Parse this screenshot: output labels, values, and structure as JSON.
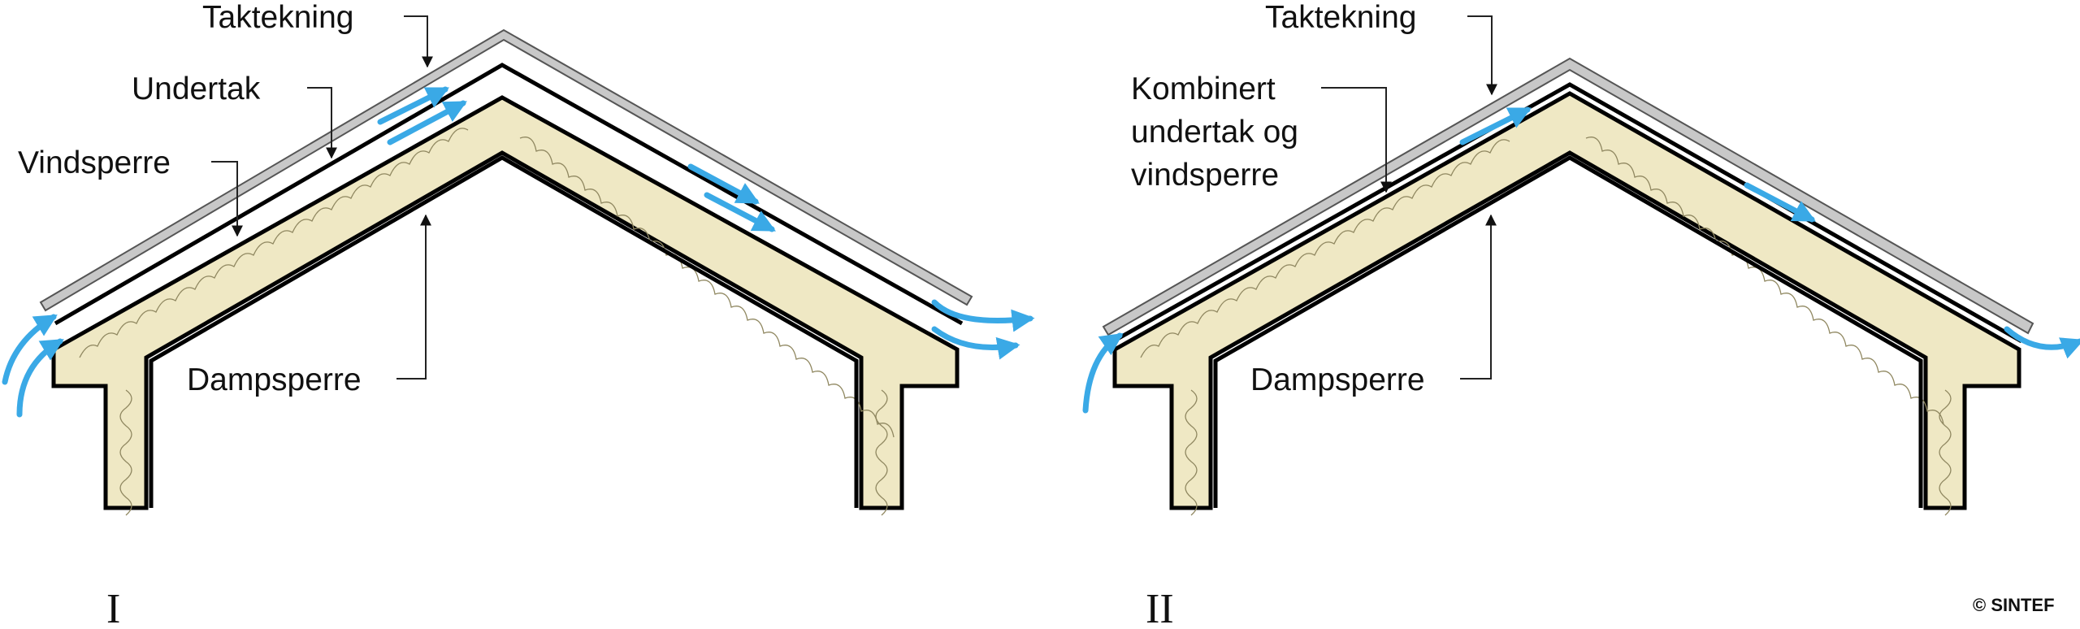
{
  "diagram_i": {
    "labels": {
      "taktekning": "Taktekning",
      "undertak": "Undertak",
      "vindsperre": "Vindsperre",
      "dampsperre": "Dampsperre"
    },
    "numeral": "I"
  },
  "diagram_ii": {
    "labels": {
      "taktekning": "Taktekning",
      "kombinert_line1": "Kombinert",
      "kombinert_line2": "undertak og",
      "kombinert_line3": "vindsperre",
      "dampsperre": "Dampsperre"
    },
    "numeral": "II"
  },
  "copyright": "© SINTEF",
  "colors": {
    "air_arrow": "#3aa9e6",
    "insulation": "#efe8c4",
    "roofing": "#c8c8c8"
  }
}
